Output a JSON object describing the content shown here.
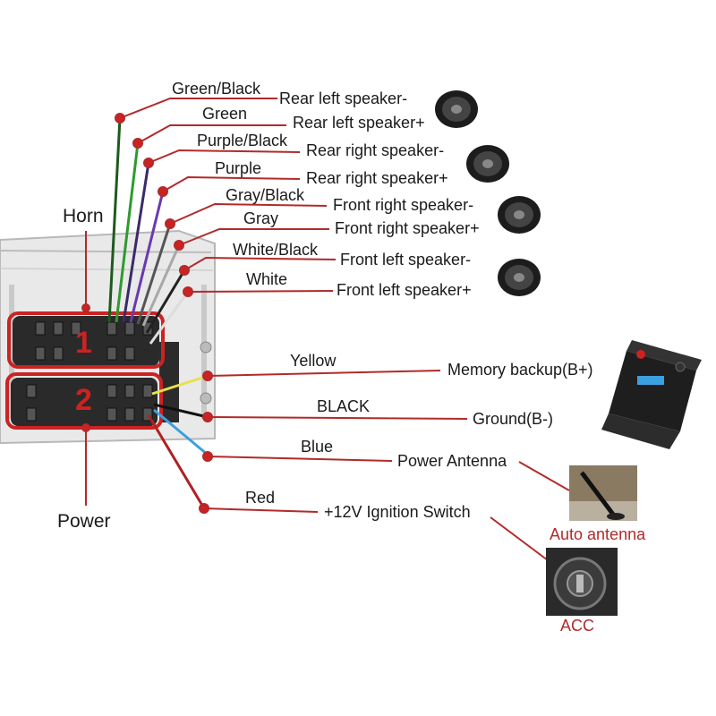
{
  "side_labels": {
    "horn": "Horn",
    "power": "Power"
  },
  "connectors": {
    "one": "1",
    "two": "2"
  },
  "wires": [
    {
      "color_name": "Green/Black",
      "function": "Rear left speaker-",
      "wire_hex": "#1e5a1e"
    },
    {
      "color_name": "Green",
      "function": "Rear left speaker+",
      "wire_hex": "#2e9a2e"
    },
    {
      "color_name": "Purple/Black",
      "function": "Rear right speaker-",
      "wire_hex": "#3a2a6a"
    },
    {
      "color_name": "Purple",
      "function": "Rear right speaker+",
      "wire_hex": "#6a3ab0"
    },
    {
      "color_name": "Gray/Black",
      "function": "Front  right speaker-",
      "wire_hex": "#555555"
    },
    {
      "color_name": "Gray",
      "function": "Front right speaker+",
      "wire_hex": "#a8a8a8"
    },
    {
      "color_name": "White/Black",
      "function": "Front left speaker-",
      "wire_hex": "#222222"
    },
    {
      "color_name": "White",
      "function": "Front left speaker+",
      "wire_hex": "#dddddd"
    }
  ],
  "power_wires": [
    {
      "color_name": "Yellow",
      "function": "Memory backup(B+)",
      "wire_hex": "#e8e04a"
    },
    {
      "color_name": "BLACK",
      "function": "Ground(B-)",
      "wire_hex": "#111111"
    },
    {
      "color_name": "Blue",
      "function": "Power Antenna",
      "wire_hex": "#3aa0e0"
    },
    {
      "color_name": "Red",
      "function": "+12V Ignition Switch",
      "wire_hex": "#b02020"
    }
  ],
  "devices": {
    "antenna": "Auto antenna",
    "acc": "ACC"
  },
  "colors": {
    "leader_red": "#b22a2a",
    "connector_red": "#cc2222"
  }
}
